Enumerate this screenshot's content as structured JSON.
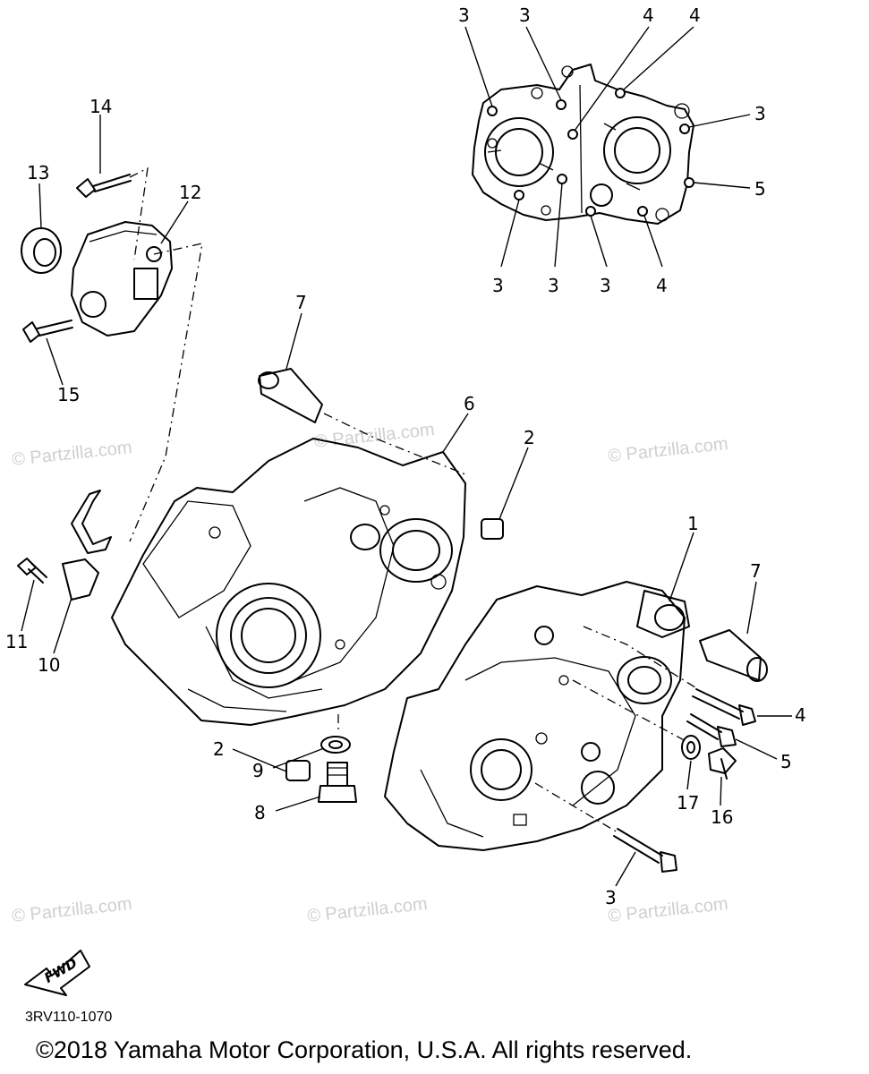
{
  "watermark": "© Partzilla.com",
  "fwd_arrow_label": "FWD",
  "diagram_code": "3RV110-1070",
  "copyright": "©2018 Yamaha Motor Corporation, U.S.A. All rights reserved.",
  "callouts": {
    "c1": "1",
    "c2a": "2",
    "c2b": "2",
    "c3_top1": "3",
    "c3_top2": "3",
    "c3_right": "3",
    "c3_bot1": "3",
    "c3_bot2": "3",
    "c3_bot3": "3",
    "c3_lower": "3",
    "c4_top1": "4",
    "c4_top2": "4",
    "c4_bot": "4",
    "c4_right": "4",
    "c5_top": "5",
    "c5_right": "5",
    "c6": "6",
    "c7a": "7",
    "c7b": "7",
    "c8": "8",
    "c9": "9",
    "c10": "10",
    "c11": "11",
    "c12": "12",
    "c13": "13",
    "c14": "14",
    "c15": "15",
    "c16": "16",
    "c17": "17"
  }
}
